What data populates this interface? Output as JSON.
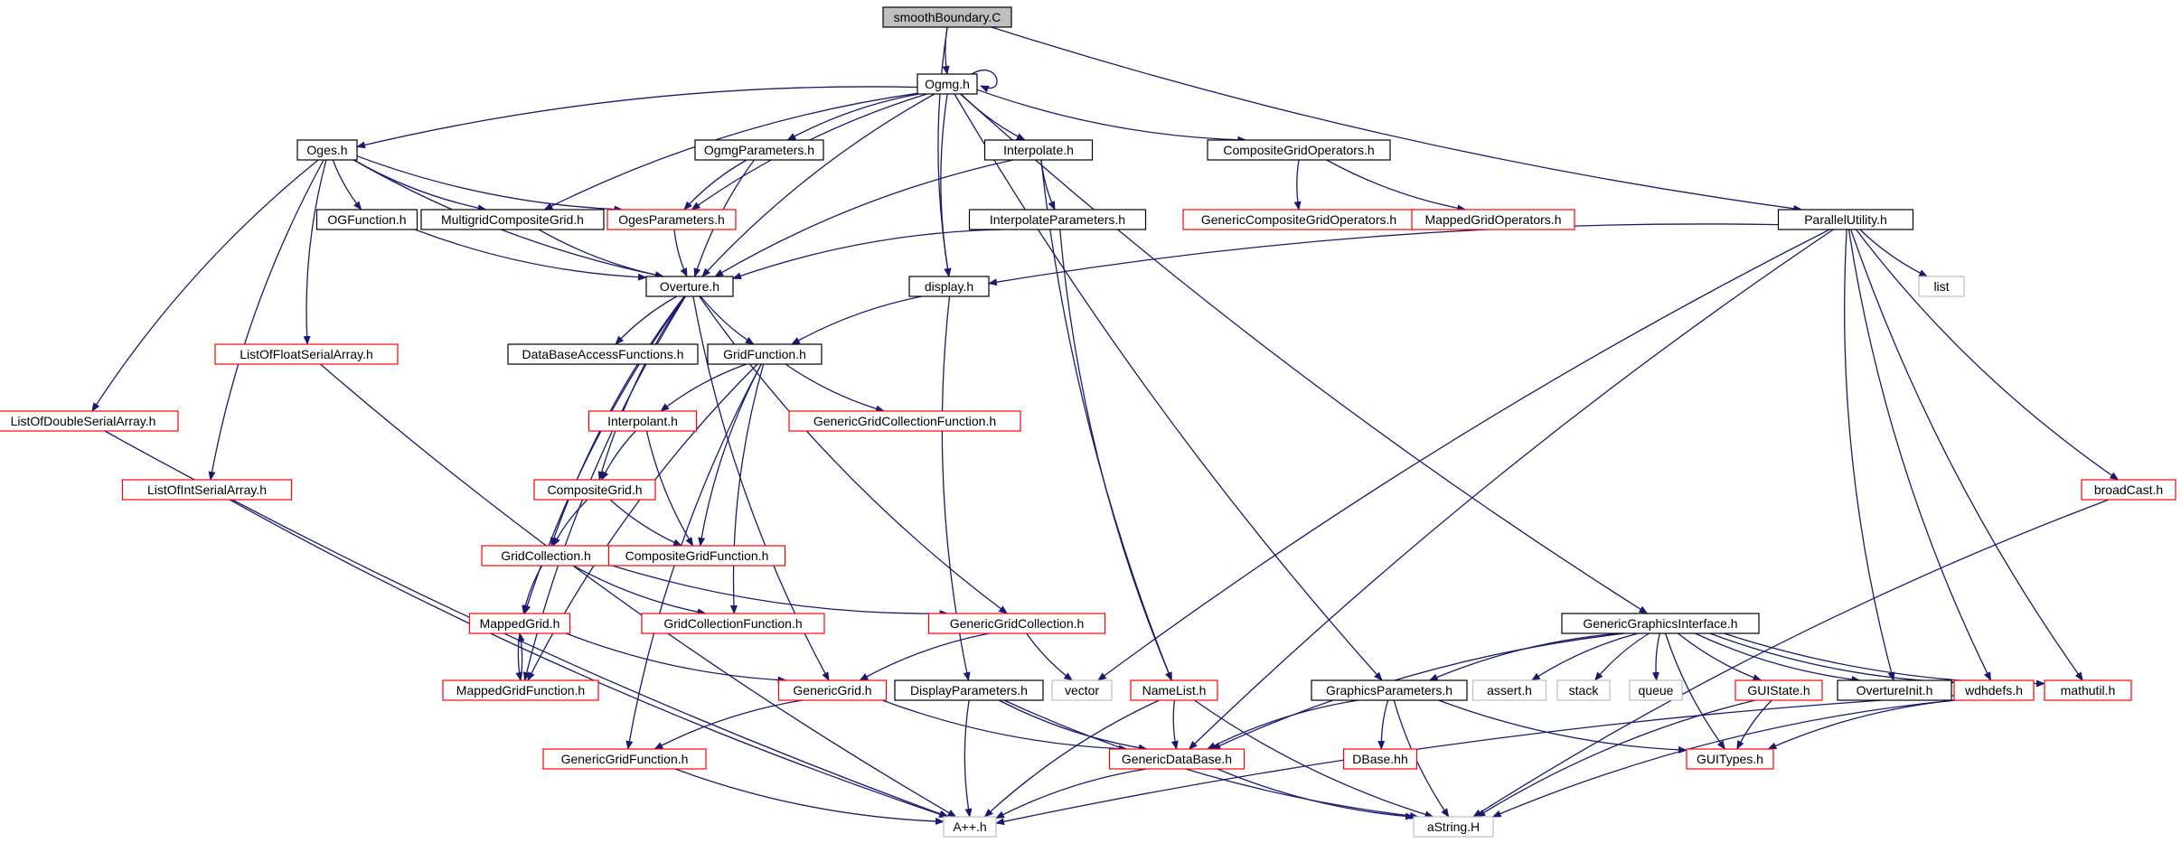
{
  "graph": {
    "root": "smoothBoundary.C",
    "colors": {
      "edge": "#191970",
      "border_documented": "#000000",
      "border_truncated": "#ff0000",
      "border_external": "#bfbfbf",
      "root_fill": "#bfbfbf",
      "text": "#000000"
    },
    "nodes": [
      {
        "id": "smoothBoundary",
        "label": "smoothBoundary.C",
        "kind": "root"
      },
      {
        "id": "Ogmg",
        "label": "Ogmg.h",
        "kind": "documented"
      },
      {
        "id": "Oges",
        "label": "Oges.h",
        "kind": "documented"
      },
      {
        "id": "OgmgParameters",
        "label": "OgmgParameters.h",
        "kind": "documented"
      },
      {
        "id": "Interpolate",
        "label": "Interpolate.h",
        "kind": "documented"
      },
      {
        "id": "CompositeGridOperators",
        "label": "CompositeGridOperators.h",
        "kind": "documented"
      },
      {
        "id": "GenericCompositeGridOperators",
        "label": "GenericCompositeGridOperators.h",
        "kind": "truncated"
      },
      {
        "id": "MappedGridOperators",
        "label": "MappedGridOperators.h",
        "kind": "truncated"
      },
      {
        "id": "ParallelUtility",
        "label": "ParallelUtility.h",
        "kind": "documented"
      },
      {
        "id": "OGFunction",
        "label": "OGFunction.h",
        "kind": "documented"
      },
      {
        "id": "MultigridCompositeGrid",
        "label": "MultigridCompositeGrid.h",
        "kind": "documented"
      },
      {
        "id": "OgesParameters",
        "label": "OgesParameters.h",
        "kind": "truncated"
      },
      {
        "id": "InterpolateParameters",
        "label": "InterpolateParameters.h",
        "kind": "documented"
      },
      {
        "id": "Overture",
        "label": "Overture.h",
        "kind": "documented"
      },
      {
        "id": "display",
        "label": "display.h",
        "kind": "documented"
      },
      {
        "id": "list",
        "label": "list",
        "kind": "external"
      },
      {
        "id": "ListOfFloatSerialArray",
        "label": "ListOfFloatSerialArray.h",
        "kind": "truncated"
      },
      {
        "id": "DataBaseAccessFunctions",
        "label": "DataBaseAccessFunctions.h",
        "kind": "documented"
      },
      {
        "id": "GridFunction",
        "label": "GridFunction.h",
        "kind": "documented"
      },
      {
        "id": "ListOfDoubleSerialArray",
        "label": "ListOfDoubleSerialArray.h",
        "kind": "truncated"
      },
      {
        "id": "Interpolant",
        "label": "Interpolant.h",
        "kind": "truncated"
      },
      {
        "id": "GenericGridCollectionFunction",
        "label": "GenericGridCollectionFunction.h",
        "kind": "truncated"
      },
      {
        "id": "ListOfIntSerialArray",
        "label": "ListOfIntSerialArray.h",
        "kind": "truncated"
      },
      {
        "id": "CompositeGrid",
        "label": "CompositeGrid.h",
        "kind": "truncated"
      },
      {
        "id": "broadCast",
        "label": "broadCast.h",
        "kind": "truncated"
      },
      {
        "id": "GridCollection",
        "label": "GridCollection.h",
        "kind": "truncated"
      },
      {
        "id": "CompositeGridFunction",
        "label": "CompositeGridFunction.h",
        "kind": "truncated"
      },
      {
        "id": "MappedGrid",
        "label": "MappedGrid.h",
        "kind": "truncated"
      },
      {
        "id": "GridCollectionFunction",
        "label": "GridCollectionFunction.h",
        "kind": "truncated"
      },
      {
        "id": "GenericGridCollection",
        "label": "GenericGridCollection.h",
        "kind": "truncated"
      },
      {
        "id": "GenericGraphicsInterface",
        "label": "GenericGraphicsInterface.h",
        "kind": "documented"
      },
      {
        "id": "MappedGridFunction",
        "label": "MappedGridFunction.h",
        "kind": "truncated"
      },
      {
        "id": "GenericGrid",
        "label": "GenericGrid.h",
        "kind": "truncated"
      },
      {
        "id": "DisplayParameters",
        "label": "DisplayParameters.h",
        "kind": "documented"
      },
      {
        "id": "vector",
        "label": "vector",
        "kind": "external"
      },
      {
        "id": "NameList",
        "label": "NameList.h",
        "kind": "truncated"
      },
      {
        "id": "GraphicsParameters",
        "label": "GraphicsParameters.h",
        "kind": "documented"
      },
      {
        "id": "assert",
        "label": "assert.h",
        "kind": "external"
      },
      {
        "id": "stack",
        "label": "stack",
        "kind": "external"
      },
      {
        "id": "queue",
        "label": "queue",
        "kind": "external"
      },
      {
        "id": "GUIState",
        "label": "GUIState.h",
        "kind": "truncated"
      },
      {
        "id": "OvertureInit",
        "label": "OvertureInit.h",
        "kind": "documented"
      },
      {
        "id": "wdhdefs",
        "label": "wdhdefs.h",
        "kind": "truncated"
      },
      {
        "id": "mathutil",
        "label": "mathutil.h",
        "kind": "truncated"
      },
      {
        "id": "GenericGridFunction",
        "label": "GenericGridFunction.h",
        "kind": "truncated"
      },
      {
        "id": "GenericDataBase",
        "label": "GenericDataBase.h",
        "kind": "truncated"
      },
      {
        "id": "DBase",
        "label": "DBase.hh",
        "kind": "truncated"
      },
      {
        "id": "GUITypes",
        "label": "GUITypes.h",
        "kind": "truncated"
      },
      {
        "id": "App",
        "label": "A++.h",
        "kind": "external"
      },
      {
        "id": "aString",
        "label": "aString.H",
        "kind": "external"
      }
    ],
    "edges": [
      [
        "smoothBoundary",
        "Ogmg"
      ],
      [
        "smoothBoundary",
        "display"
      ],
      [
        "smoothBoundary",
        "ParallelUtility"
      ],
      [
        "Ogmg",
        "Ogmg"
      ],
      [
        "Ogmg",
        "Oges"
      ],
      [
        "Ogmg",
        "OgmgParameters"
      ],
      [
        "Ogmg",
        "Interpolate"
      ],
      [
        "Ogmg",
        "CompositeGridOperators"
      ],
      [
        "Ogmg",
        "MultigridCompositeGrid"
      ],
      [
        "Ogmg",
        "OgesParameters"
      ],
      [
        "Ogmg",
        "Overture"
      ],
      [
        "Ogmg",
        "display"
      ],
      [
        "Ogmg",
        "GraphicsParameters"
      ],
      [
        "Ogmg",
        "GenericGraphicsInterface"
      ],
      [
        "Oges",
        "OGFunction"
      ],
      [
        "Oges",
        "MultigridCompositeGrid"
      ],
      [
        "Oges",
        "OgesParameters"
      ],
      [
        "Oges",
        "Overture"
      ],
      [
        "Oges",
        "ListOfFloatSerialArray"
      ],
      [
        "Oges",
        "ListOfDoubleSerialArray"
      ],
      [
        "Oges",
        "ListOfIntSerialArray"
      ],
      [
        "OgmgParameters",
        "OgesParameters"
      ],
      [
        "OgmgParameters",
        "Overture"
      ],
      [
        "Interpolate",
        "InterpolateParameters"
      ],
      [
        "Interpolate",
        "Overture"
      ],
      [
        "Interpolate",
        "NameList"
      ],
      [
        "CompositeGridOperators",
        "GenericCompositeGridOperators"
      ],
      [
        "CompositeGridOperators",
        "MappedGridOperators"
      ],
      [
        "OGFunction",
        "Overture"
      ],
      [
        "MultigridCompositeGrid",
        "Overture"
      ],
      [
        "OgesParameters",
        "Overture"
      ],
      [
        "InterpolateParameters",
        "Overture"
      ],
      [
        "InterpolateParameters",
        "NameList"
      ],
      [
        "Overture",
        "DataBaseAccessFunctions"
      ],
      [
        "Overture",
        "GridFunction"
      ],
      [
        "Overture",
        "CompositeGrid"
      ],
      [
        "Overture",
        "GridCollection"
      ],
      [
        "Overture",
        "MappedGrid"
      ],
      [
        "Overture",
        "GenericGridCollection"
      ],
      [
        "Overture",
        "GenericGrid"
      ],
      [
        "Overture",
        "MappedGridFunction"
      ],
      [
        "display",
        "GridFunction"
      ],
      [
        "display",
        "DisplayParameters"
      ],
      [
        "GridFunction",
        "Interpolant"
      ],
      [
        "GridFunction",
        "GenericGridCollectionFunction"
      ],
      [
        "GridFunction",
        "CompositeGridFunction"
      ],
      [
        "GridFunction",
        "GridCollectionFunction"
      ],
      [
        "GridFunction",
        "MappedGridFunction"
      ],
      [
        "GridFunction",
        "GenericGridFunction"
      ],
      [
        "Interpolant",
        "CompositeGrid"
      ],
      [
        "Interpolant",
        "CompositeGridFunction"
      ],
      [
        "CompositeGrid",
        "GridCollection"
      ],
      [
        "CompositeGrid",
        "CompositeGridFunction"
      ],
      [
        "GridCollection",
        "MappedGrid"
      ],
      [
        "GridCollection",
        "GridCollectionFunction"
      ],
      [
        "GridCollection",
        "GenericGridCollection"
      ],
      [
        "MappedGrid",
        "MappedGridFunction"
      ],
      [
        "MappedGrid",
        "GenericGrid"
      ],
      [
        "MappedGridFunction",
        "MappedGrid"
      ],
      [
        "GenericGridCollection",
        "GenericGrid"
      ],
      [
        "GenericGridCollection",
        "vector"
      ],
      [
        "GenericGrid",
        "GenericGridFunction"
      ],
      [
        "GenericGrid",
        "GenericDataBase"
      ],
      [
        "DisplayParameters",
        "GenericDataBase"
      ],
      [
        "DisplayParameters",
        "App"
      ],
      [
        "DisplayParameters",
        "aString"
      ],
      [
        "NameList",
        "GenericDataBase"
      ],
      [
        "NameList",
        "App"
      ],
      [
        "NameList",
        "aString"
      ],
      [
        "GraphicsParameters",
        "GenericDataBase"
      ],
      [
        "GraphicsParameters",
        "DBase"
      ],
      [
        "GraphicsParameters",
        "GUITypes"
      ],
      [
        "GraphicsParameters",
        "aString"
      ],
      [
        "GenericGraphicsInterface",
        "GraphicsParameters"
      ],
      [
        "GenericGraphicsInterface",
        "GenericDataBase"
      ],
      [
        "GenericGraphicsInterface",
        "assert"
      ],
      [
        "GenericGraphicsInterface",
        "stack"
      ],
      [
        "GenericGraphicsInterface",
        "queue"
      ],
      [
        "GenericGraphicsInterface",
        "GUIState"
      ],
      [
        "GenericGraphicsInterface",
        "GUITypes"
      ],
      [
        "GenericGraphicsInterface",
        "OvertureInit"
      ],
      [
        "GenericGraphicsInterface",
        "wdhdefs"
      ],
      [
        "GenericGraphicsInterface",
        "mathutil"
      ],
      [
        "GUIState",
        "GUITypes"
      ],
      [
        "GUIState",
        "aString"
      ],
      [
        "wdhdefs",
        "GUITypes"
      ],
      [
        "wdhdefs",
        "App"
      ],
      [
        "wdhdefs",
        "aString"
      ],
      [
        "GenericDataBase",
        "App"
      ],
      [
        "GenericDataBase",
        "aString"
      ],
      [
        "ParallelUtility",
        "display"
      ],
      [
        "ParallelUtility",
        "list"
      ],
      [
        "ParallelUtility",
        "vector"
      ],
      [
        "ParallelUtility",
        "GenericDataBase"
      ],
      [
        "ParallelUtility",
        "OvertureInit"
      ],
      [
        "ParallelUtility",
        "wdhdefs"
      ],
      [
        "ParallelUtility",
        "mathutil"
      ],
      [
        "ParallelUtility",
        "broadCast"
      ],
      [
        "ListOfFloatSerialArray",
        "App"
      ],
      [
        "ListOfDoubleSerialArray",
        "App"
      ],
      [
        "ListOfIntSerialArray",
        "App"
      ],
      [
        "broadCast",
        "aString"
      ],
      [
        "GenericGridFunction",
        "App"
      ]
    ]
  }
}
